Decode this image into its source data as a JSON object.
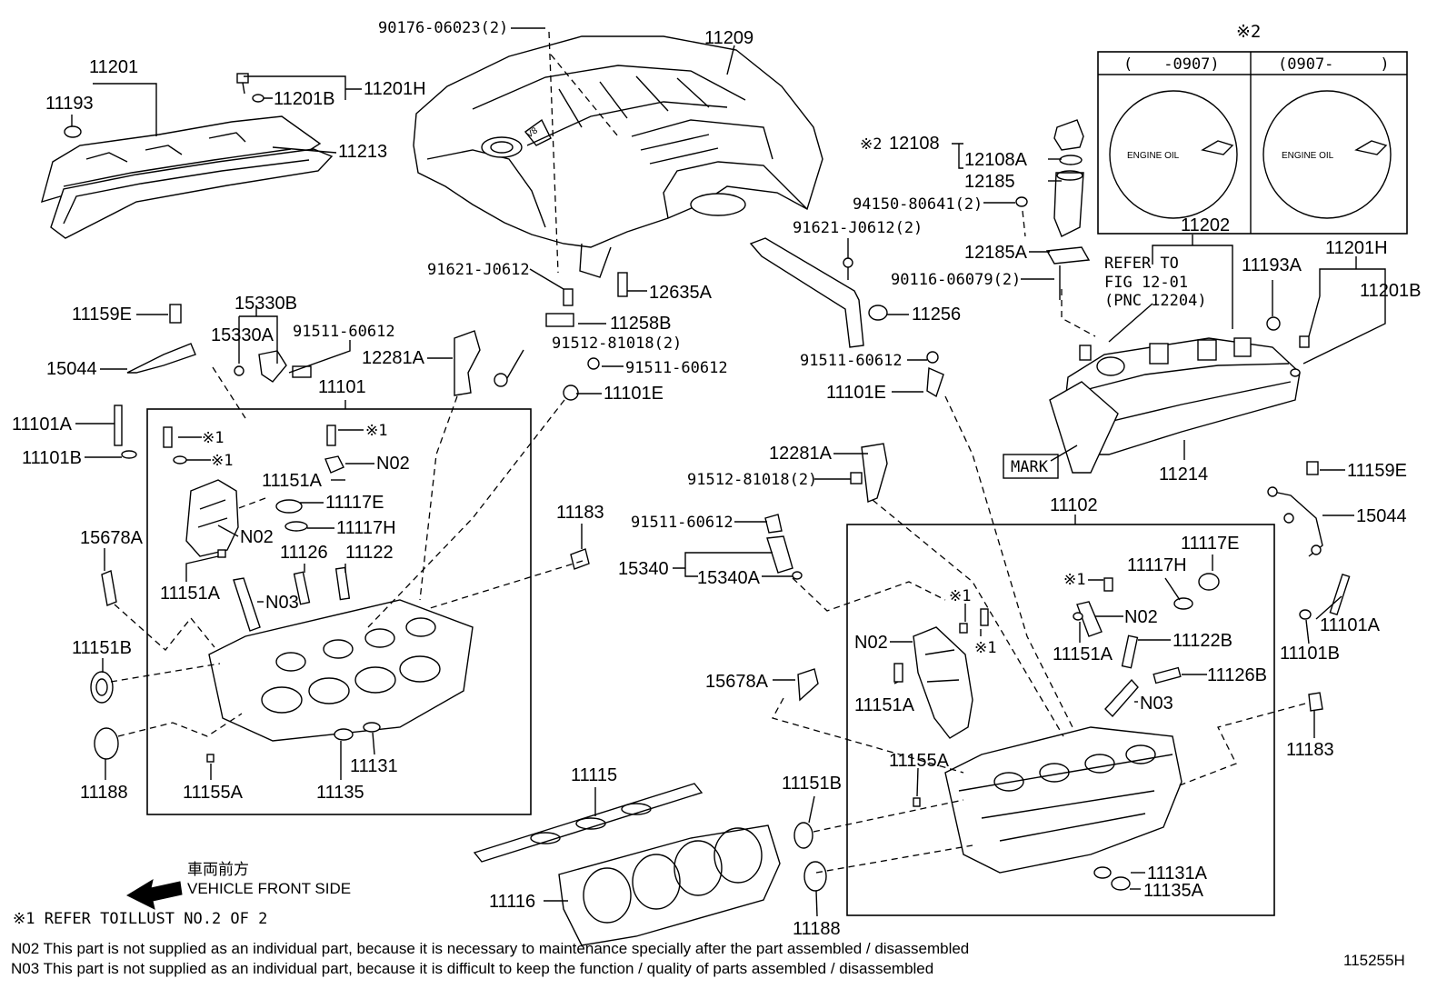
{
  "labels": {
    "p90176": "90176-06023(2)",
    "p11209": "11209",
    "p11201": "11201",
    "p11193": "11193",
    "p11201B_l": "11201B",
    "p11201H_l": "11201H",
    "p11213": "11213",
    "p12108_mark": "※2",
    "p12108": "12108",
    "p12108A": "12108A",
    "p12185": "12185",
    "p94150": "94150-80641(2)",
    "p91621_r": "91621-J0612(2)",
    "p12185A": "12185A",
    "p90116": "90116-06079(2)",
    "p11202": "11202",
    "refer1": "REFER TO",
    "refer2": "FIG 12-01",
    "refer3": "(PNC 12204)",
    "p11193A": "11193A",
    "p11201H_r": "11201H",
    "p11201B_r": "11201B",
    "p91621_l": "91621-J0612",
    "p12635A": "12635A",
    "p11258B": "11258B",
    "p11256": "11256",
    "p15330B": "15330B",
    "p11159E_l": "11159E",
    "p15330A": "15330A",
    "p91511_a": "91511-60612",
    "p12281A_l": "12281A",
    "p91512_a": "91512-81018(2)",
    "p15044_l": "15044",
    "p91511_b": "91511-60612",
    "p91511_c": "91511-60612",
    "p11101": "11101",
    "p11101E_l": "11101E",
    "p11101E_r": "11101E",
    "p11101A_l": "11101A",
    "p11101B_l": "11101B",
    "ref1_a": "※1",
    "ref1_b": "※1",
    "ref1_c": "※1",
    "n02_a": "N02",
    "p11151A_a": "11151A",
    "p11117E_l": "11117E",
    "n02_b": "N02",
    "p11117H_l": "11117H",
    "p15678A_l": "15678A",
    "p11126": "11126",
    "p11122": "11122",
    "p11151A_b": "11151A",
    "n03_a": "N03",
    "p11151B_l": "11151B",
    "p11183_l": "11183",
    "p11188_l": "11188",
    "p11155A_l": "11155A",
    "p11135": "11135",
    "p11131": "11131",
    "p11214": "11214",
    "mark": "MARK",
    "p12281A_r": "12281A",
    "p91512_b": "91512-81018(2)",
    "p11159E_r": "11159E",
    "p15044_r": "15044",
    "p11102": "11102",
    "p91511_d": "91511-60612",
    "p15340": "15340",
    "p15340A": "15340A",
    "p11117E_r": "11117E",
    "ref1_d": "※1",
    "p11117H_r": "11117H",
    "ref1_e": "※1",
    "ref1_f": "※1",
    "n02_c": "N02",
    "n02_d": "N02",
    "p11151A_c": "11151A",
    "p11122B": "11122B",
    "p11101A_r": "11101A",
    "p11101B_r": "11101B",
    "p11126B": "11126B",
    "p15678A_r": "15678A",
    "p11151A_d": "11151A",
    "n03_b": "N03",
    "p11183_r": "11183",
    "p11155A_r": "11155A",
    "p11115": "11115",
    "p11151B_r": "11151B",
    "p11116": "11116",
    "p11131A": "11131A",
    "p11135A": "11135A",
    "p11188_r": "11188",
    "inset_mark": "※2",
    "inset_left_header": "(　　-0907)",
    "inset_right_header": "(0907-　　　)",
    "cap_engine_oil_1": "ENGINE OIL",
    "cap_engine_oil_2": "ENGINE OIL",
    "cover_v8": "V8"
  },
  "front": {
    "jp": "車両前方",
    "en": "VEHICLE FRONT SIDE"
  },
  "notes": {
    "ref": "※1 REFER TOILLUST NO.2 OF 2",
    "n02": "N02  This part is not supplied as an individual part, because it is necessary to maintenance specially after the part assembled / disassembled",
    "n03": "N03  This part is not supplied as an individual part, because it is difficult to keep the function / quality of parts  assembled / disassembled"
  },
  "illustration_id": "115255H"
}
